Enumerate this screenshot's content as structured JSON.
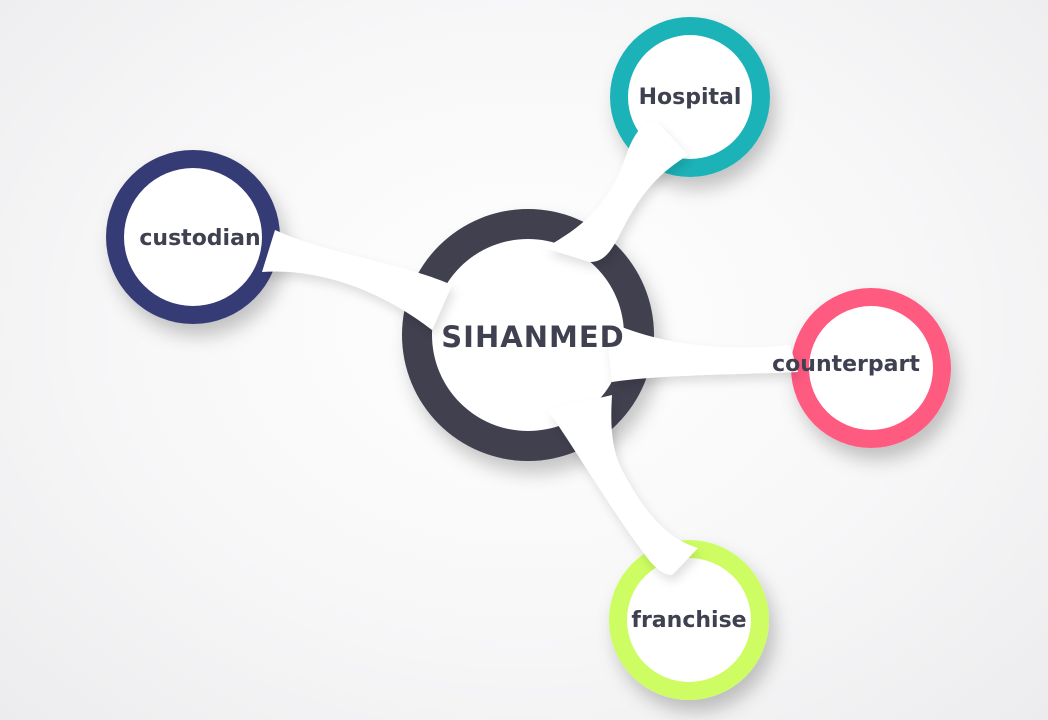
{
  "center": {
    "label": "SIHANMED",
    "color": "#3f4150"
  },
  "nodes": [
    {
      "id": "hospital",
      "label": "Hospital",
      "color": "#1fb3b8"
    },
    {
      "id": "custodian",
      "label": "custodian",
      "color": "#363b74"
    },
    {
      "id": "counterpart",
      "label": "counterpart",
      "color": "#ff5a80"
    },
    {
      "id": "franchise",
      "label": "franchise",
      "color": "#cdfd62"
    }
  ],
  "connector_color": "#ffffff",
  "text_color": "#3f4150"
}
